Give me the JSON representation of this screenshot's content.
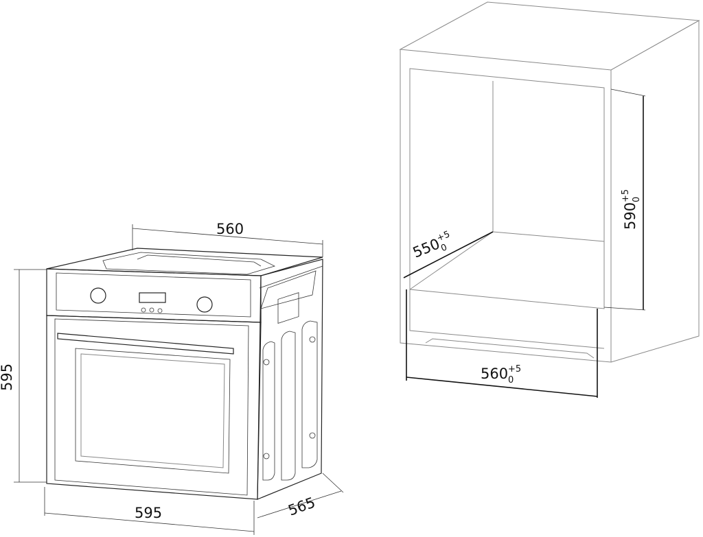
{
  "oven": {
    "width_label": "560",
    "height_label": "595",
    "front_width_label": "595",
    "depth_label": "565"
  },
  "cabinet": {
    "depth": {
      "value": "550",
      "upper_tol": "+5",
      "lower_tol": "0"
    },
    "height": {
      "value": "590",
      "upper_tol": "+5",
      "lower_tol": "0"
    },
    "width": {
      "value": "560",
      "upper_tol": "+5",
      "lower_tol": "0"
    }
  }
}
